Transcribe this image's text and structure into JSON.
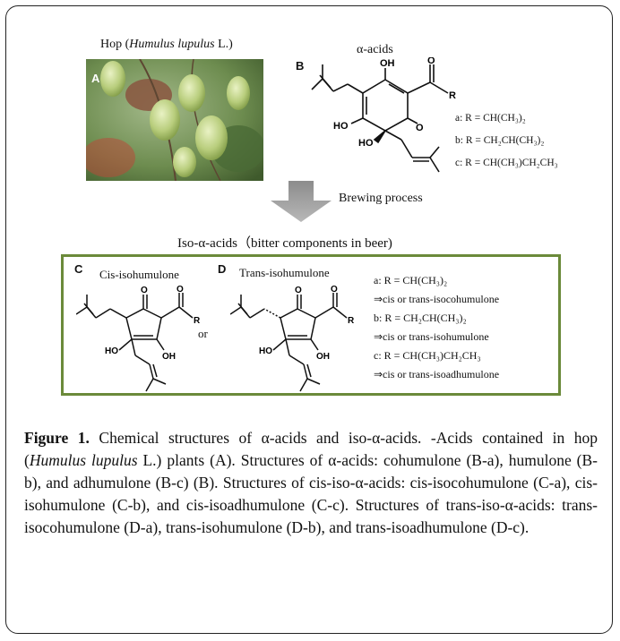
{
  "panel_a": {
    "title_prefix": "Hop (",
    "title_species": "Humulus lupulus",
    "title_suffix": " L.)",
    "label": "A"
  },
  "panel_b": {
    "title": "α-acids",
    "label": "B",
    "r_groups": [
      "a: R = CH(CH₃)₂",
      "b: R = CH₂CH(CH₃)₂",
      "c: R = CH(CH₃)CH₂CH₃"
    ]
  },
  "process_label": "Brewing process",
  "iso_title": "Iso-α-acids（bitter components in beer)",
  "panel_c": {
    "label": "C",
    "name": "Cis-isohumulone"
  },
  "panel_d": {
    "label": "D",
    "name": "Trans-isohumulone"
  },
  "or_label": "or",
  "iso_r_groups": [
    "a: R = CH(CH₃)₂",
    "⇒cis or trans-isocohumulone",
    "b: R = CH₂CH(CH₃)₂",
    "⇒cis or trans-isohumulone",
    "c: R = CH(CH₃)CH₂CH₃",
    "⇒cis or trans-isoadhumulone"
  ],
  "atoms": {
    "oh": "OH",
    "ho": "HO",
    "o": "O",
    "r": "R"
  },
  "caption": {
    "label": "Figure 1.",
    "text1": " Chemical structures of α-acids and iso-α-acids. -Acids contained in hop (",
    "italic": "Humulus lupulus",
    "text2": " L.) plants (A). Structures of α-acids: cohumulone (B-a), humulone (B-b), and adhumulone (B-c) (B). Structures of cis-iso-α-acids: cis-isocohumulone (C-a), cis-isohumulone (C-b), and cis-isoadhumulone (C-c). Structures of trans-iso-α-acids: trans-isocohumulone (D-a), trans-isohumulone (D-b), and trans-isoadhumulone (D-c)."
  }
}
